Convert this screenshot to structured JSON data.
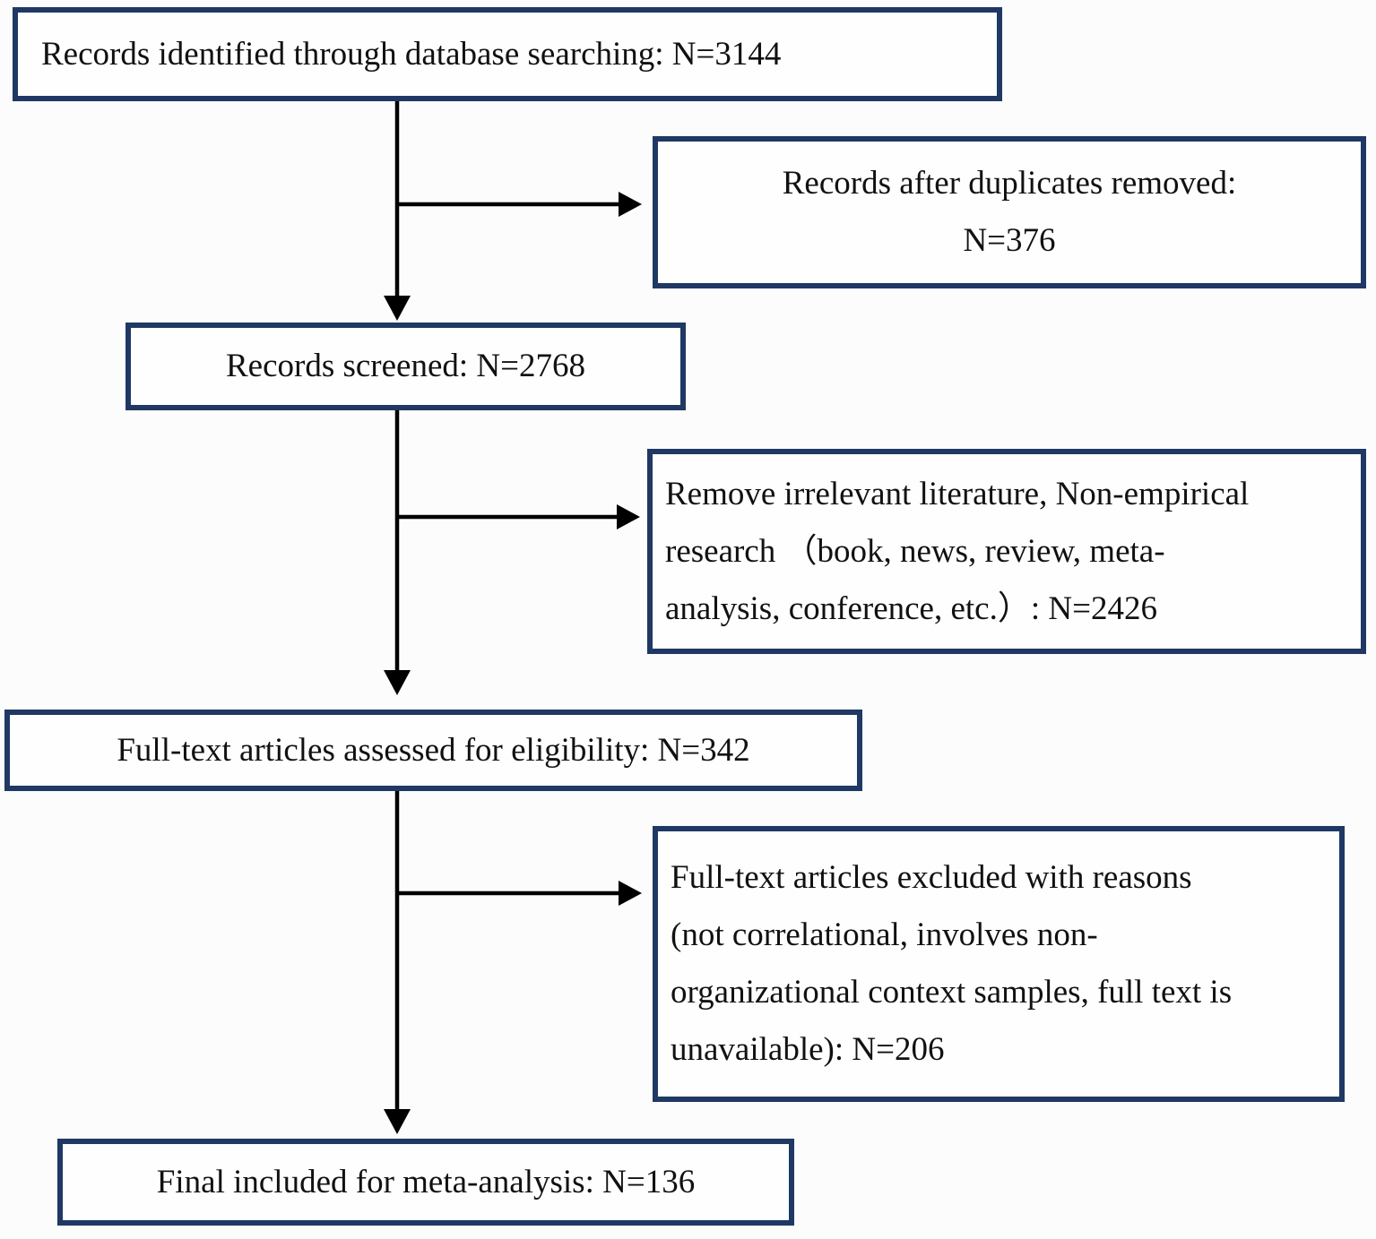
{
  "diagram_type": "flowchart",
  "nodes": {
    "records_identified": {
      "text": "Records identified through database searching: N=3144"
    },
    "duplicates_removed": {
      "lines": [
        "Records after duplicates removed:",
        "N=376"
      ]
    },
    "records_screened": {
      "text": "Records screened: N=2768"
    },
    "irrelevant_removed": {
      "lines": [
        "Remove irrelevant literature, Non-empirical",
        "research （book, news, review, meta-",
        "analysis, conference, etc.）: N=2426"
      ]
    },
    "fulltext_assessed": {
      "text": "Full-text articles assessed for eligibility: N=342"
    },
    "fulltext_excluded": {
      "lines": [
        "Full-text articles excluded with reasons",
        "(not correlational, involves non-",
        "organizational context samples, full text is",
        "unavailable): N=206"
      ]
    },
    "final_included": {
      "text": "Final included for meta-analysis: N=136"
    }
  },
  "colors": {
    "box_border": "#1f3864",
    "box_fill": "#fefefe",
    "arrow": "#000000",
    "text": "#111111",
    "background": "#fcfcfc"
  }
}
